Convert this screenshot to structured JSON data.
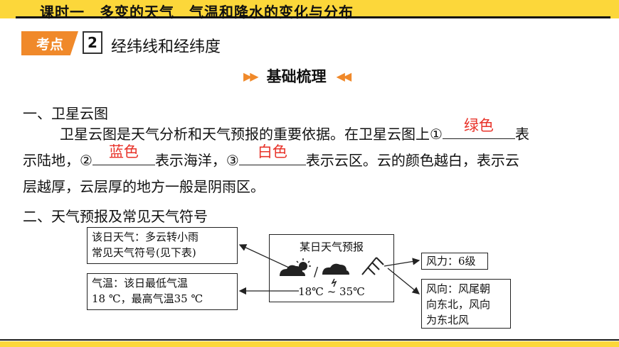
{
  "header": {
    "title": "课时一　多变的天气　气温和降水的变化与分布"
  },
  "point": {
    "badge": "考点",
    "number": "2",
    "title": "经纬线和经纬度"
  },
  "section": {
    "title": "基础梳理",
    "left_arrows": "▶▶",
    "right_arrows": "◀◀"
  },
  "part1": {
    "heading": "一、卫星云图",
    "line1_a": "卫星云图是天气分析和天气预报的重要依据。在卫星云图上①",
    "blank1": "绿色",
    "line1_b": "表",
    "line2_a": "示陆地，②",
    "blank2": "蓝色",
    "line2_b": "表示海洋，③",
    "blank3": "白色",
    "line2_c": "表示云区。云的颜色越白，表示云",
    "line3": "层越厚，云层厚的地方一般是阴雨区。"
  },
  "part2": {
    "heading": "二、天气预报及常见天气符号"
  },
  "diagram": {
    "box_day": "该日天气：多云转小雨\n常见天气符号(见下表)",
    "box_temp": "气温：该日最低气温\n18 ℃，最高气温35 ℃",
    "center_title": "某日天气预报",
    "center_temp": "18℃ ~ 35℃",
    "box_wind_force": "风力：6级",
    "box_wind_dir": "风向：风尾朝\n向东北，风向\n为东北风"
  },
  "colors": {
    "header_bar": "#fcd73a",
    "badge": "#f0892a",
    "answer": "#e8332a"
  }
}
